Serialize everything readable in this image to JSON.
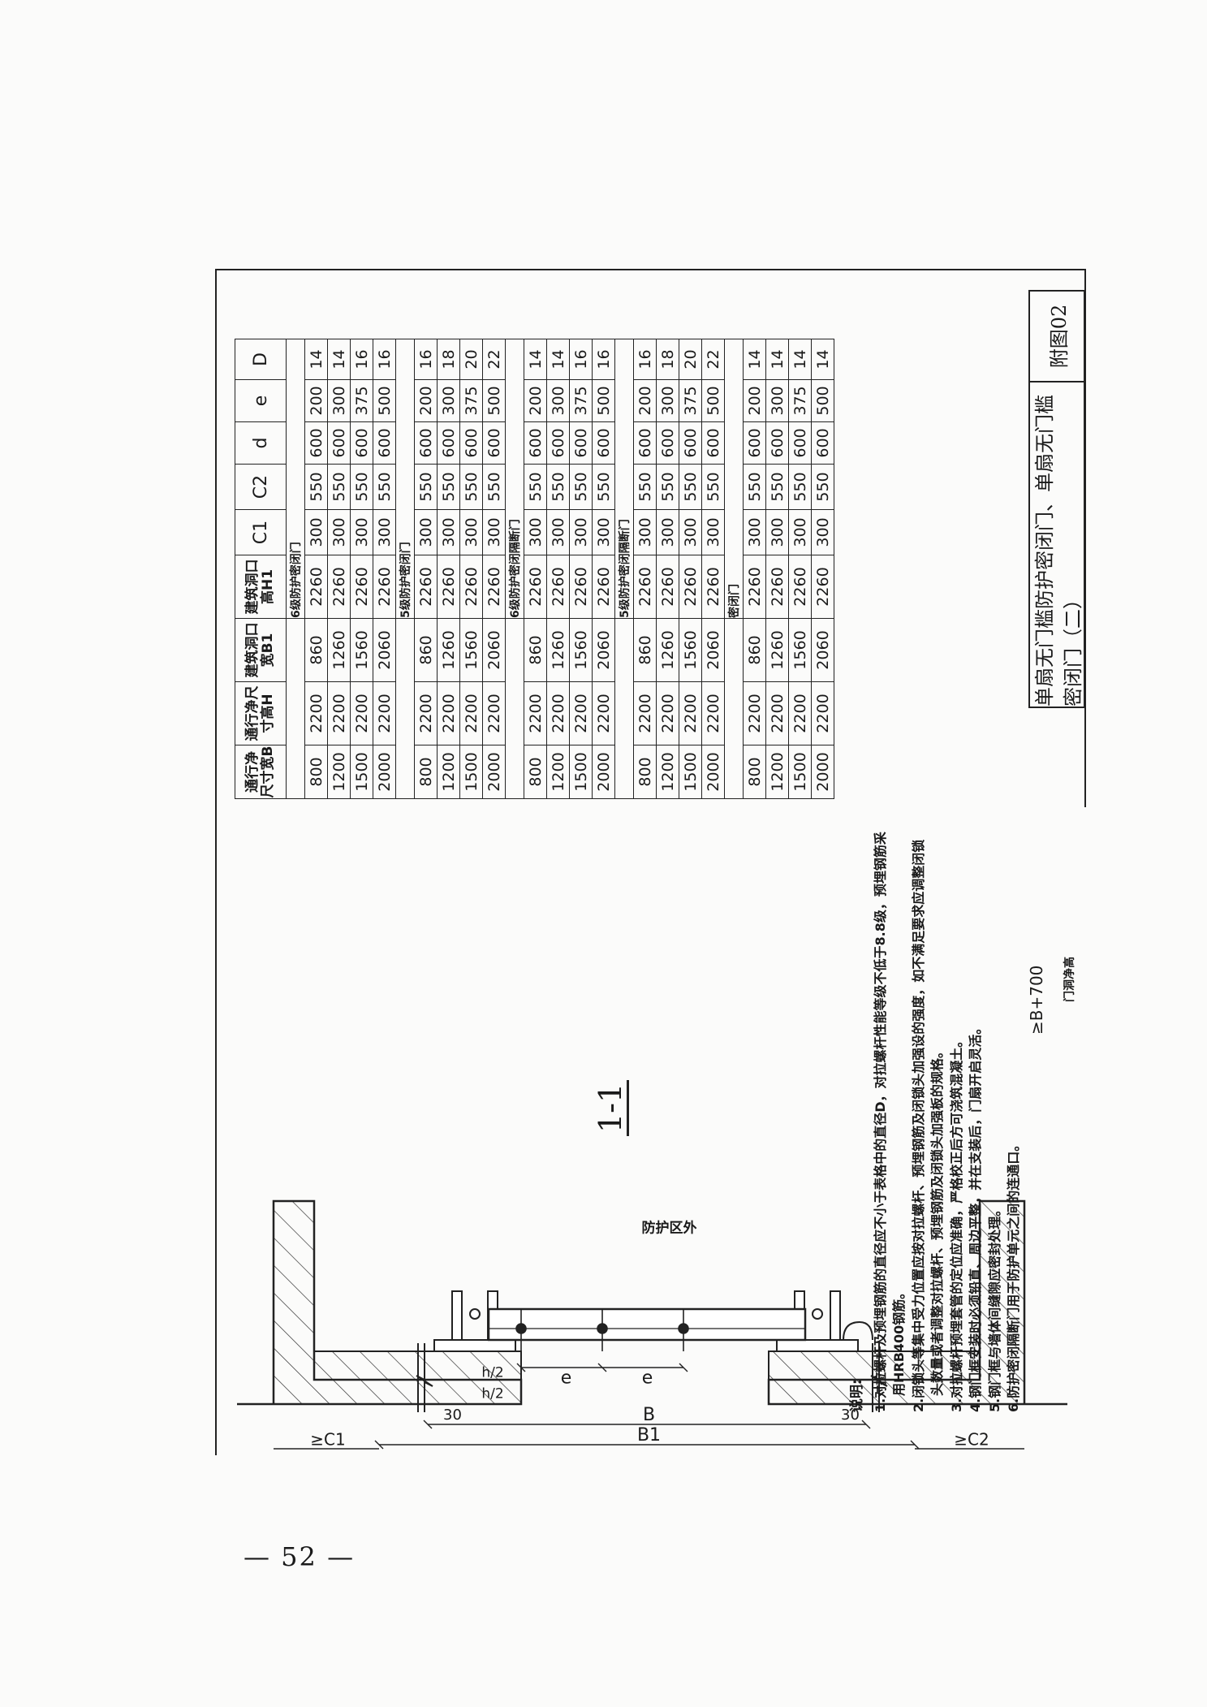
{
  "page_number": "— 52 —",
  "title_block": {
    "title": "单扇无门槛防护密闭门、单扇无门槛密闭门（二）",
    "code": "附图02"
  },
  "drawing": {
    "section_title": "1-1",
    "zone_label": "防护区外",
    "opening_label": "门洞净高",
    "dims": {
      "b1": "B1",
      "b": "B",
      "e_left": "e",
      "e_right": "e",
      "c1": "≥C1",
      "c2": "≥C2",
      "thirty_left": "30",
      "thirty_right": "30",
      "h2_left": "h/2",
      "h2_right": "h/2",
      "bplus": "≥B+700"
    }
  },
  "notes": {
    "heading": "说明:",
    "items": [
      "1.对拉螺杆及预埋钢筋的直径应不小于表格中的直径D，对拉螺杆性能等级不低于8.8级，预埋钢筋采用HRB400钢筋。",
      "2.闭锁头等集中受力位置应按对拉螺杆、预埋钢筋及闭锁头加强设的强度，如不满足要求应调整闭锁头数量或者调整对拉螺杆、预埋钢筋及闭锁头加强板的规格。",
      "3.对拉螺杆预埋套管的定位应准确，严格校正后方可浇筑混凝土。",
      "4.钢门框安装时必须铅直、周边平整，并在支装后，门扇开启灵活。",
      "5.钢门框与墙体间缝隙应密封处理。",
      "6.防护密闭隔断门用于防护单元之间的连通口。"
    ]
  },
  "table": {
    "headers": [
      "通行净尺寸宽B",
      "通行净尺寸高H",
      "建筑洞口宽B1",
      "建筑洞口高H1",
      "C1",
      "C2",
      "d",
      "e",
      "D"
    ],
    "groups": [
      {
        "label": "6级防护密闭门",
        "rows": [
          [
            "800",
            "2200",
            "860",
            "2260",
            "300",
            "550",
            "600",
            "200",
            "14"
          ],
          [
            "1200",
            "2200",
            "1260",
            "2260",
            "300",
            "550",
            "600",
            "300",
            "14"
          ],
          [
            "1500",
            "2200",
            "1560",
            "2260",
            "300",
            "550",
            "600",
            "375",
            "16"
          ],
          [
            "2000",
            "2200",
            "2060",
            "2260",
            "300",
            "550",
            "600",
            "500",
            "16"
          ]
        ]
      },
      {
        "label": "5级防护密闭门",
        "rows": [
          [
            "800",
            "2200",
            "860",
            "2260",
            "300",
            "550",
            "600",
            "200",
            "16"
          ],
          [
            "1200",
            "2200",
            "1260",
            "2260",
            "300",
            "550",
            "600",
            "300",
            "18"
          ],
          [
            "1500",
            "2200",
            "1560",
            "2260",
            "300",
            "550",
            "600",
            "375",
            "20"
          ],
          [
            "2000",
            "2200",
            "2060",
            "2260",
            "300",
            "550",
            "600",
            "500",
            "22"
          ]
        ]
      },
      {
        "label": "6级防护密闭隔断门",
        "rows": [
          [
            "800",
            "2200",
            "860",
            "2260",
            "300",
            "550",
            "600",
            "200",
            "14"
          ],
          [
            "1200",
            "2200",
            "1260",
            "2260",
            "300",
            "550",
            "600",
            "300",
            "14"
          ],
          [
            "1500",
            "2200",
            "1560",
            "2260",
            "300",
            "550",
            "600",
            "375",
            "16"
          ],
          [
            "2000",
            "2200",
            "2060",
            "2260",
            "300",
            "550",
            "600",
            "500",
            "16"
          ]
        ]
      },
      {
        "label": "5级防护密闭隔断门",
        "rows": [
          [
            "800",
            "2200",
            "860",
            "2260",
            "300",
            "550",
            "600",
            "200",
            "16"
          ],
          [
            "1200",
            "2200",
            "1260",
            "2260",
            "300",
            "550",
            "600",
            "300",
            "18"
          ],
          [
            "1500",
            "2200",
            "1560",
            "2260",
            "300",
            "550",
            "600",
            "375",
            "20"
          ],
          [
            "2000",
            "2200",
            "2060",
            "2260",
            "300",
            "550",
            "600",
            "500",
            "22"
          ]
        ]
      },
      {
        "label": "密闭门",
        "rows": [
          [
            "800",
            "2200",
            "860",
            "2260",
            "300",
            "550",
            "600",
            "200",
            "14"
          ],
          [
            "1200",
            "2200",
            "1260",
            "2260",
            "300",
            "550",
            "600",
            "300",
            "14"
          ],
          [
            "1500",
            "2200",
            "1560",
            "2260",
            "300",
            "550",
            "600",
            "375",
            "14"
          ],
          [
            "2000",
            "2200",
            "2060",
            "2260",
            "300",
            "550",
            "600",
            "500",
            "14"
          ]
        ]
      }
    ]
  }
}
